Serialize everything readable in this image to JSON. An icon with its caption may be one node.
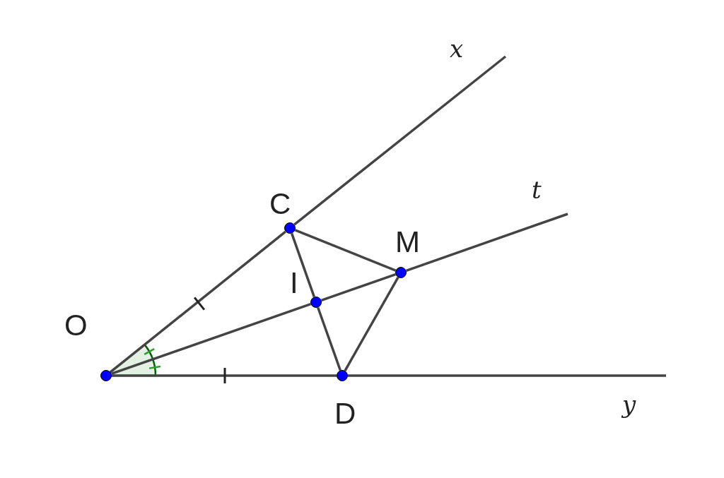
{
  "diagram": {
    "nodes": [
      {
        "text": [],
        "shape": "circle",
        "beside": [
          "O"
        ]
      },
      {
        "text": [],
        "shape": "circle",
        "beside": [
          "C"
        ]
      },
      {
        "text": [],
        "shape": "circle",
        "beside": [
          "I"
        ]
      },
      {
        "text": [],
        "shape": "circle",
        "beside": [
          "M"
        ]
      },
      {
        "text": [],
        "shape": "circle",
        "beside": [
          "D"
        ]
      }
    ],
    "edges": [
      {
        "from": 0,
        "to": 1,
        "arrow": "none"
      },
      {
        "from": 1,
        "to": null,
        "arrow": "none"
      },
      {
        "from": 0,
        "to": 2,
        "arrow": "none"
      },
      {
        "from": 2,
        "to": 3,
        "arrow": "none"
      },
      {
        "from": 3,
        "to": null,
        "arrow": "none"
      },
      {
        "from": 0,
        "to": 4,
        "arrow": "none"
      },
      {
        "from": 4,
        "to": null,
        "arrow": "none"
      },
      {
        "from": 1,
        "to": 2,
        "arrow": "none"
      },
      {
        "from": 2,
        "to": 4,
        "arrow": "none"
      },
      {
        "from": 1,
        "to": 3,
        "arrow": "none"
      },
      {
        "from": 3,
        "to": 4,
        "arrow": "none"
      }
    ],
    "labels": [
      "x",
      "t",
      "y"
    ]
  }
}
